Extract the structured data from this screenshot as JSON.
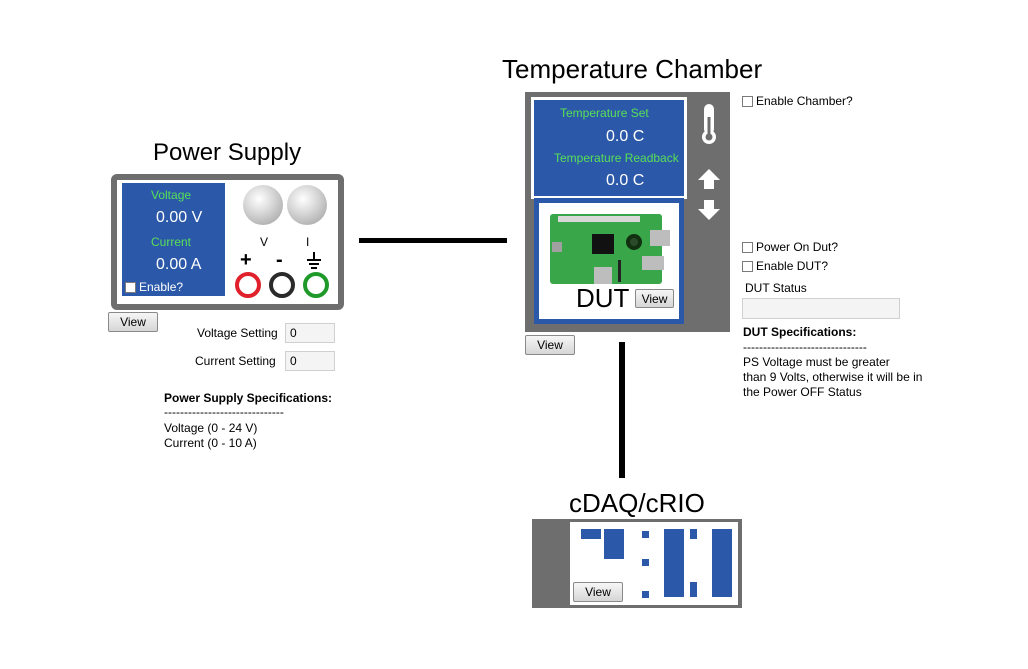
{
  "power_supply": {
    "title": "Power Supply",
    "voltage_label": "Voltage",
    "voltage_value": "0.00 V",
    "current_label": "Current",
    "current_value": "0.00 A",
    "enable_label": "Enable?",
    "v_label": "V",
    "i_label": "I",
    "plus": "+",
    "minus": "-",
    "view_button": "View",
    "voltage_setting_label": "Voltage Setting",
    "voltage_setting_value": "0",
    "current_setting_label": "Current  Setting",
    "current_setting_value": "0",
    "spec_title": "Power Supply Specifications:",
    "spec_divider": "------------------------------",
    "spec_voltage": "Voltage (0 - 24 V)",
    "spec_current": "Current (0 - 10 A)"
  },
  "temperature_chamber": {
    "title": "Temperature Chamber",
    "temp_set_label": "Temperature Set",
    "temp_set_value": "0.0 C",
    "temp_readback_label": "Temperature Readback",
    "temp_readback_value": "0.0 C",
    "dut_label": "DUT",
    "dut_view_button": "View",
    "view_button": "View",
    "enable_chamber_label": "Enable Chamber?",
    "power_on_dut_label": "Power On Dut?",
    "enable_dut_label": "Enable DUT?",
    "dut_status_label": "DUT Status",
    "dut_status_value": "",
    "dut_spec_title": "DUT Specifications:",
    "dut_spec_divider": "-------------------------------",
    "dut_spec_line1": "PS Voltage must be greater",
    "dut_spec_line2": "than 9 Volts, otherwise it will be in",
    "dut_spec_line3": "the Power OFF Status"
  },
  "cdaq": {
    "title": "cDAQ/cRIO",
    "view_button": "View"
  },
  "colors": {
    "panel_blue": "#2b58a8",
    "label_green": "#58e058",
    "frame_gray": "#6e6e6e",
    "jack_red": "#e0202a",
    "jack_black": "#2a2a2a",
    "jack_green": "#1f9a2a"
  }
}
